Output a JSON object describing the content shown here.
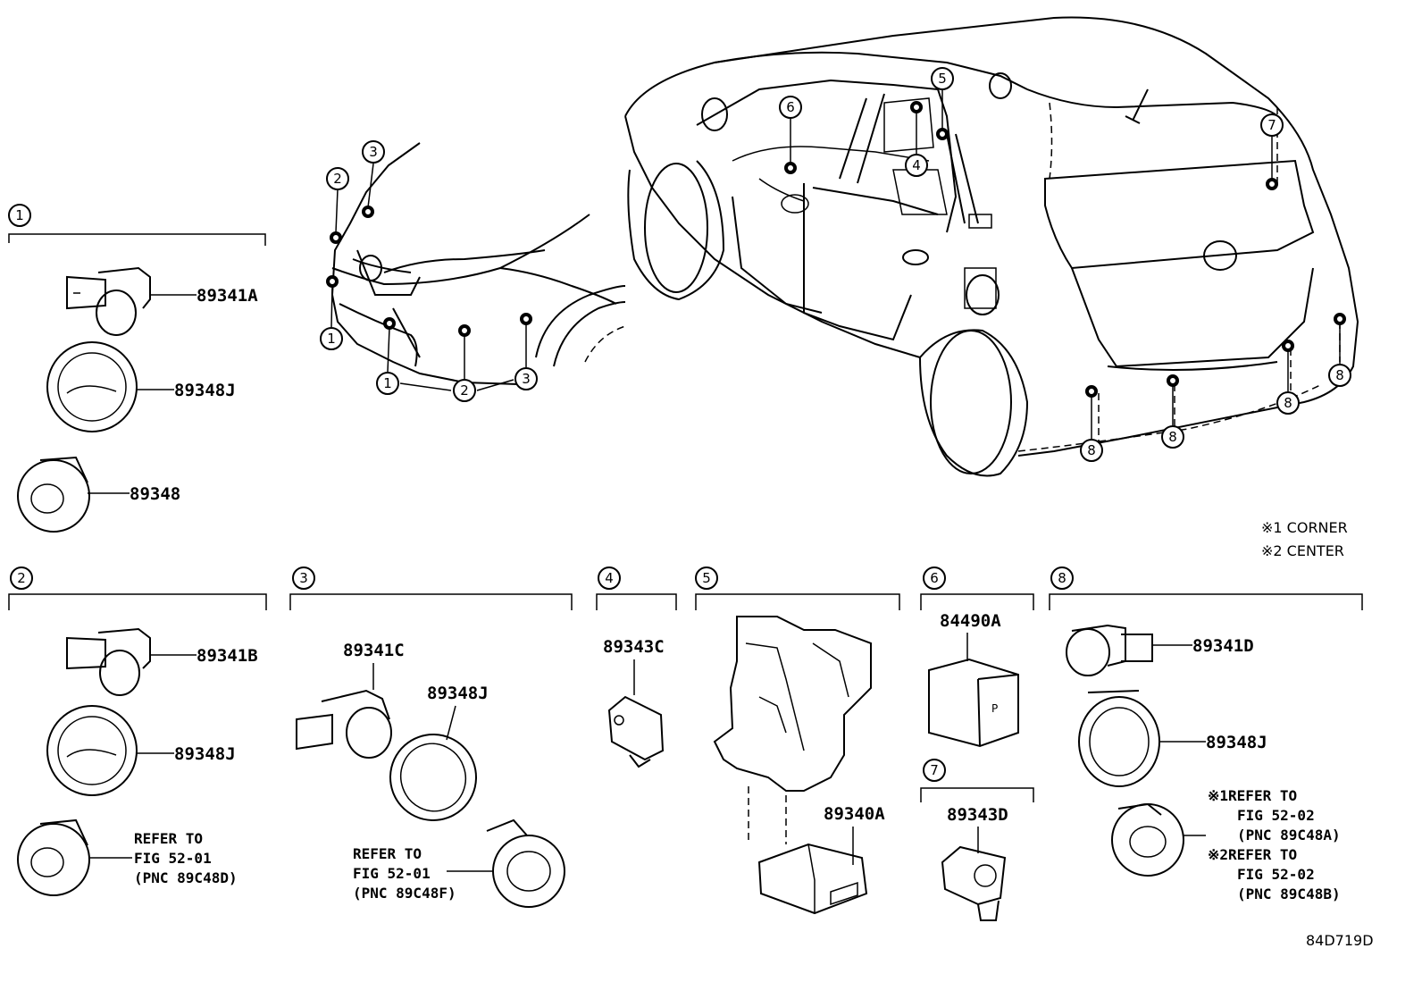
{
  "callouts": [
    "1",
    "2",
    "3",
    "4",
    "5",
    "6",
    "7",
    "8"
  ],
  "parts": {
    "p89341A": "89341A",
    "p89348J": "89348J",
    "p89348": "89348",
    "p89341B": "89341B",
    "p89341C": "89341C",
    "p89343C": "89343C",
    "p89340A": "89340A",
    "p84490A": "84490A",
    "p89343D": "89343D",
    "p89341D": "89341D"
  },
  "notes": {
    "refer_to": "REFER TO",
    "fig_52_01": "FIG 52-01",
    "fig_52_02": "FIG 52-02",
    "pnc_89c48d": "(PNC 89C48D)",
    "pnc_89c48f": "(PNC 89C48F)",
    "pnc_89c48a": "(PNC 89C48A)",
    "pnc_89c48b": "(PNC 89C48B)",
    "ref1_prefix": "※1REFER TO",
    "ref2_prefix": "※2REFER TO"
  },
  "legend": {
    "corner": "※1 CORNER",
    "center": "※2 CENTER"
  },
  "diagram_code": "84D719D"
}
